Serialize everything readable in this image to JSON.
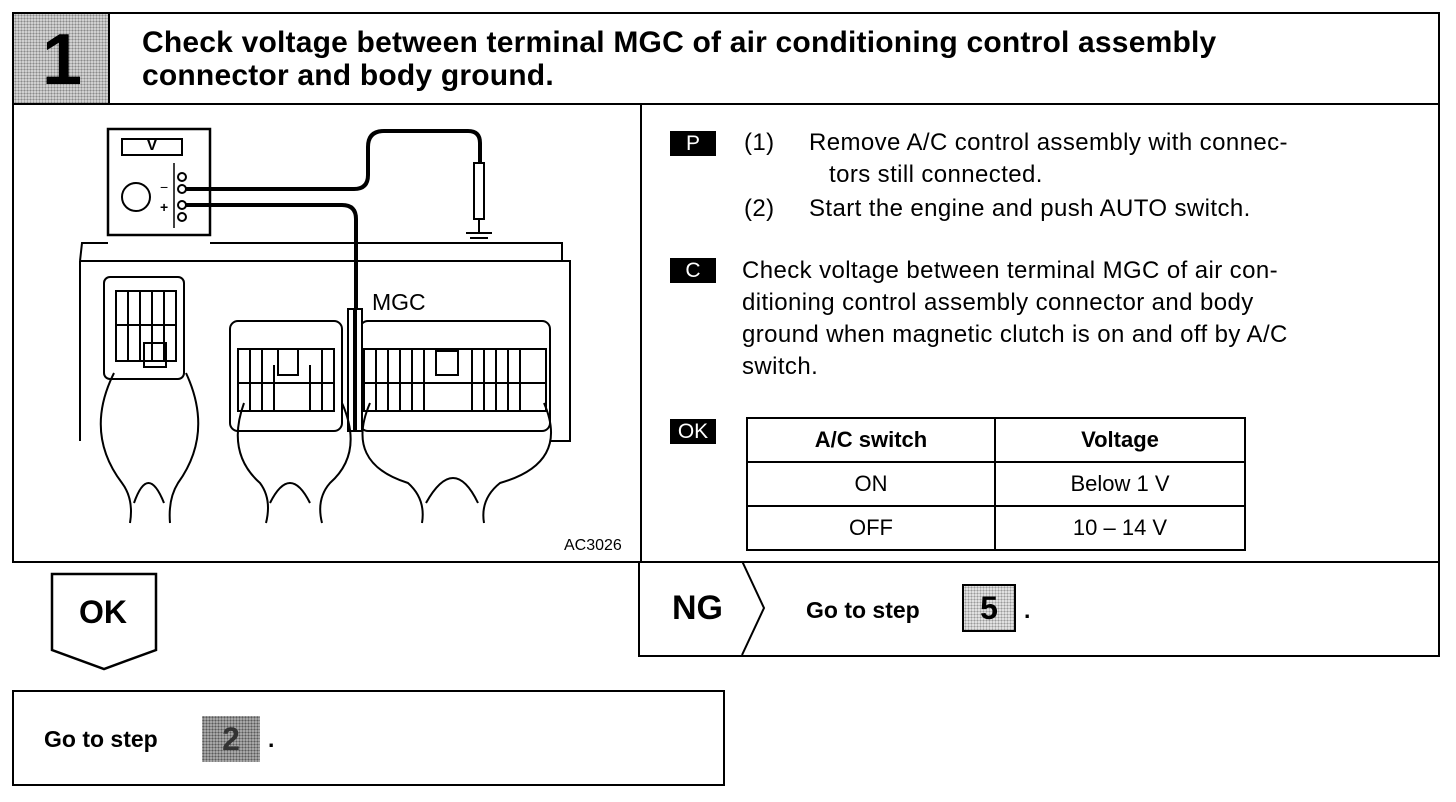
{
  "header": {
    "step_number": "1",
    "title_line1": "Check voltage between terminal MGC of air conditioning control assembly",
    "title_line2": "connector and body ground."
  },
  "figure": {
    "meter_label": "V",
    "meter_minus": "−",
    "meter_plus": "+",
    "terminal_label": "MGC",
    "figure_code": "AC3026"
  },
  "procedure": {
    "tag": "P",
    "steps": [
      {
        "num": "(1)",
        "line1": "Remove A/C control assembly with connec-",
        "line2": "tors still connected."
      },
      {
        "num": "(2)",
        "line1": "Start the engine and push AUTO switch."
      }
    ]
  },
  "check": {
    "tag": "C",
    "line1": "Check voltage between terminal MGC of air con-",
    "line2": "ditioning control assembly connector and body",
    "line3": "ground when magnetic clutch is on and off by A/C",
    "line4": "switch."
  },
  "ok_spec": {
    "tag": "OK",
    "headers": [
      "A/C switch",
      "Voltage"
    ],
    "rows": [
      [
        "ON",
        "Below 1 V"
      ],
      [
        "OFF",
        "10 – 14 V"
      ]
    ]
  },
  "ok_branch": {
    "label": "OK"
  },
  "ng_branch": {
    "label": "NG",
    "goto_text": "Go to step",
    "step": "5",
    "dot": "."
  },
  "bottom": {
    "goto_text": "Go to step",
    "step": "2",
    "dot": "."
  }
}
